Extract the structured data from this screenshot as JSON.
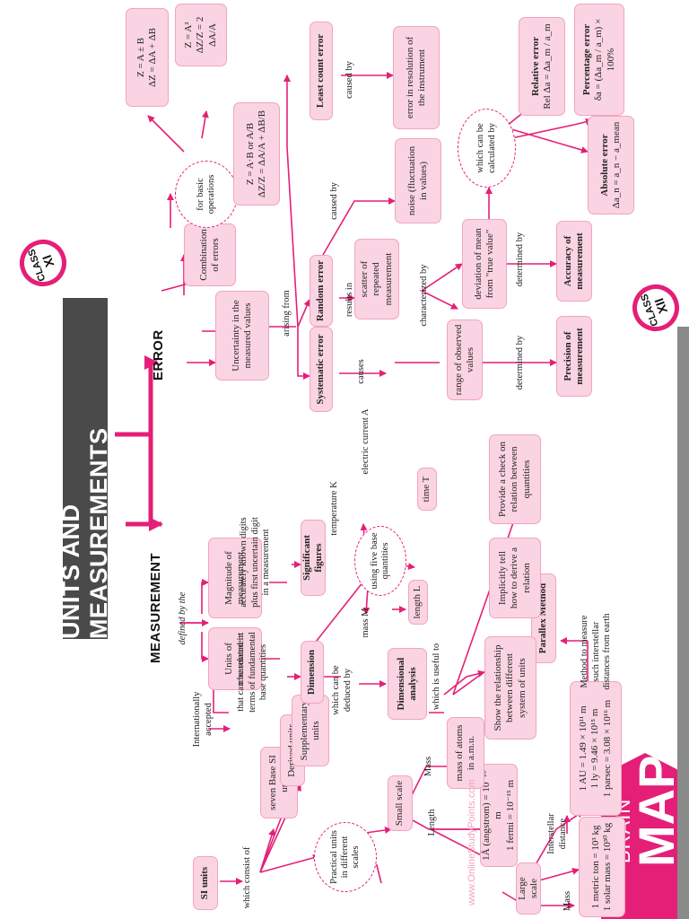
{
  "brand": {
    "line1": "BRAIN",
    "line2": "MAP"
  },
  "title": "UNITS AND MEASUREMENTS",
  "class_badges": {
    "xi": {
      "word": "CLASS",
      "num": "XI"
    },
    "xii": {
      "word": "CLASS",
      "num": "XII"
    }
  },
  "headings": {
    "measurement": "MEASUREMENT",
    "error": "ERROR"
  },
  "watermark": "www.OnlineStudyPoints.com",
  "nodes": {
    "units_of_measurement": "Units of measurement",
    "magnitude": "Magnitude of measurement",
    "si_units": "SI units",
    "base_si": "seven Base SI units",
    "derived_units": "Derived units",
    "supplementary_units": "Supplementary units",
    "practical_units": "Practical units in different scales",
    "small_scale": "Small scale",
    "large_scale": "Large scale",
    "angstrom": "1Å (angstrom) = 10⁻¹⁰ m",
    "fermi": "1 fermi = 10⁻¹⁵ m",
    "mass_atoms": "mass of atoms in a.m.u.",
    "au": "1 AU = 1.49 × 10¹¹ m",
    "ly": "1 ly = 9.46 × 10¹⁵ m",
    "parsec": "1 parsec = 3.08 × 10¹⁶ m",
    "metric_ton": "1 metric ton = 10³ kg",
    "solar_mass": "1 solar mass = 10³⁰ kg",
    "dimension": "Dimension",
    "dimensional_analysis": "Dimensional analysis",
    "show_relationship": "Show the relationship between different system of units",
    "implicitly": "Implicitly tell how to derive a relation",
    "provide_check": "Provide a check on relation between quantities",
    "significant_figures": "Significant figures",
    "parallax": "Parallex Method",
    "five_base": "using five base quantities",
    "mass_m": "mass M",
    "length_l": "length L",
    "time_t": "time T",
    "temperature_k": "temperature K",
    "current_a": "electric current A",
    "uncertainty": "Uncertainty in the measured values",
    "combination_errors": "Combination of errors",
    "basic_operations": "for basic operations",
    "sum_rule_1": "Z = A ± B",
    "sum_rule_2": "ΔZ = ΔA + ΔB",
    "power_rule_1": "Z = A²",
    "power_rule_2": "ΔZ/Z = 2 ΔA/A",
    "product_rule_1": "Z = A·B or A/B",
    "product_rule_2": "ΔZ/Z = ΔA/A + ΔB/B",
    "systematic_error": "Systematic error",
    "random_error": "Random error",
    "least_count_error": "Least count error",
    "error_resolution": "error in resolution of the instrument",
    "noise": "noise (fluctuation in values)",
    "scatter": "scatter of repeated measurement",
    "range_observed": "range of observed values",
    "deviation_mean": "deviation of mean from \"true value\"",
    "can_be_calculated": "which can be calculated by",
    "precision": "Precision of measurement",
    "accuracy": "Accuracy of measurement",
    "relative_error_title": "Relative error",
    "relative_error_formula": "Rel Δa = Δa_m / a_m",
    "percentage_error_title": "Percentage error",
    "percentage_error_formula": "δa = (Δa_m / a_m) × 100%",
    "absolute_error_title": "Absolute error",
    "absolute_error_formula": "Δa_n = a_n − a_mean"
  },
  "connectors": {
    "defined_by_the": "defined by the",
    "internationally_accepted": "Internationally accepted",
    "which_consist_of": "which consist of",
    "related_fundamental": "that can be related in terms of fundamental base quantities",
    "accurately_known": "accurately known digits plus first uncertain digit in a measurement",
    "which_can_be_deduced": "which can be deduced by",
    "which_is_useful_to": "which is useful to",
    "length": "Length",
    "mass_small": "Mass",
    "mass_large": "Mass",
    "interstellar": "Interstellar distance",
    "method_measure": "Method to measure such interstellar distances from earth",
    "arising_from": "arising from",
    "causes": "causes",
    "results_in": "results in",
    "caused_by_random": "caused by",
    "caused_by_least": "caused by",
    "characterized_by": "characterized by",
    "determined_by_precision": "determined by",
    "determined_by_accuracy": "determined by"
  },
  "colors": {
    "accent": "#e51f77",
    "node_fill": "#fad4e2",
    "node_border": "#f2a4bf",
    "title_bar": "#4a4a4a"
  }
}
